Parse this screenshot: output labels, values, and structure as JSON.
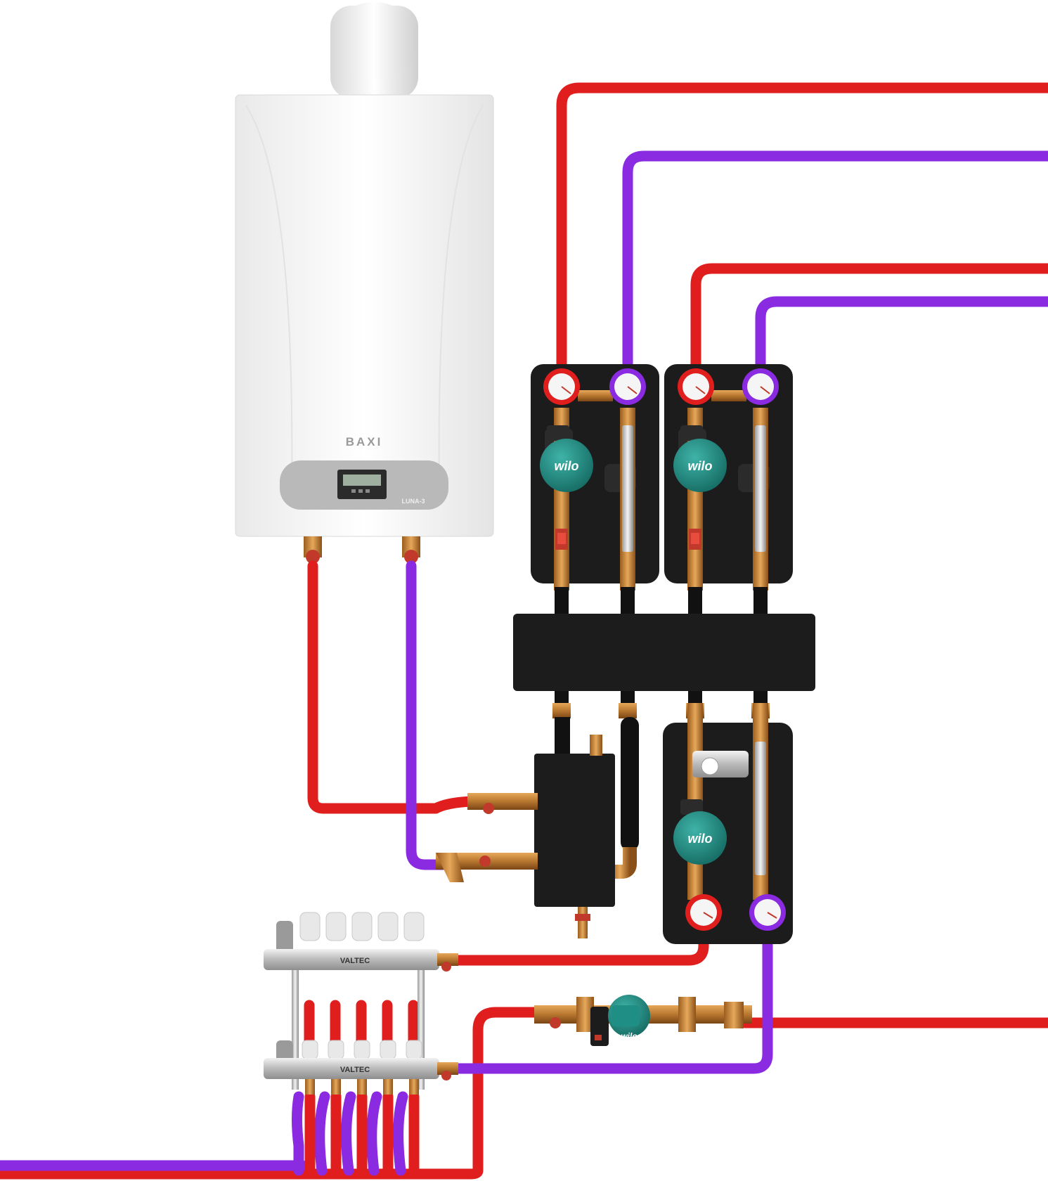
{
  "boiler": {
    "brand": "BAXI",
    "model": "LUNA-3"
  },
  "pump_brand": "wilo",
  "manifold_brand": "VALTEC",
  "colors": {
    "supply_pipe": "#e01e1e",
    "return_pipe": "#8a2be2",
    "insulation": "#1c1c1c",
    "pump_body": "#1f8f86",
    "brass": "#c98a3a",
    "boiler_body": "#f4f4f4"
  },
  "icons": [
    "boiler-unit",
    "circulation-pump-icon",
    "pressure-gauge-icon",
    "ball-valve-icon",
    "hydraulic-separator",
    "distribution-manifold",
    "floor-manifold"
  ]
}
